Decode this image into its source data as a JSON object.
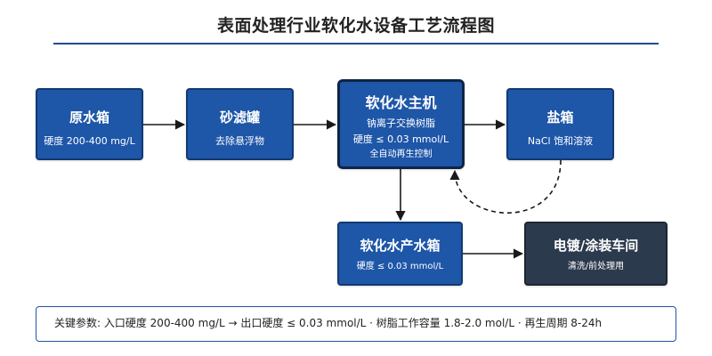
{
  "title": "表面处理行业软化水设备工艺流程图",
  "nodes": {
    "raw_tank": {
      "name": "原水箱",
      "sub": "硬度 200-400 mg/L"
    },
    "sand_tank": {
      "name": "砂滤罐",
      "sub": "去除悬浮物"
    },
    "softener": {
      "name": "软化水主机",
      "lines": [
        "钠离子交换树脂",
        "硬度 ≤ 0.03 mmol/L",
        "全自动再生控制"
      ]
    },
    "salt_tank": {
      "name": "盐箱",
      "sub": "NaCl 饱和溶液"
    },
    "product_tank": {
      "name": "软化水产水箱",
      "sub": "硬度 ≤ 0.03 mmol/L"
    },
    "plating_workshop": {
      "name": "电镀/涂装车间",
      "sub": "清洗/前处理用"
    }
  },
  "footer": {
    "text": "关键参数: 入口硬度 200-400 mg/L → 出口硬度 ≤ 0.03 mmol/L · 树脂工作容量 1.8-2.0 mol/L · 再生周期 8-24h"
  },
  "colors": {
    "node_fill": "#1e56a8",
    "node_border": "#123a73",
    "workshop_fill": "#2c3a4d",
    "edge": "#1a1a1a",
    "title_rule": "#1e4f8a"
  }
}
